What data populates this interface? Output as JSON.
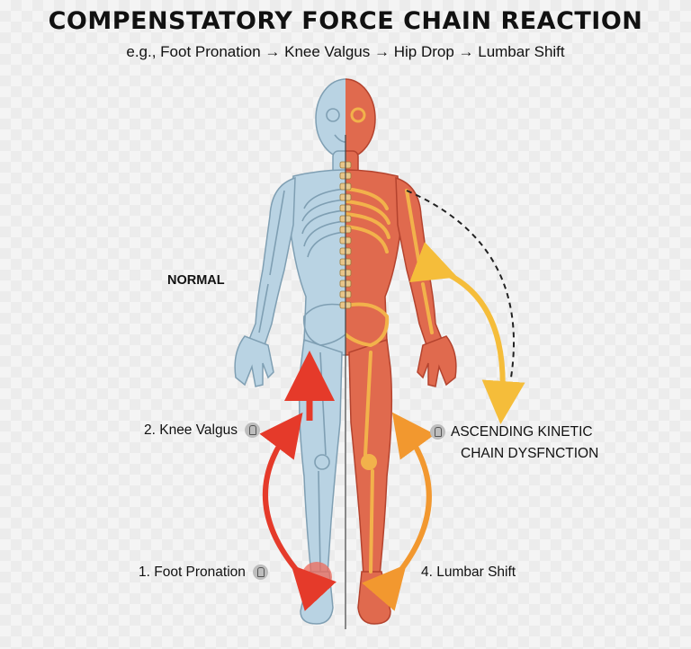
{
  "title": "COMPENSTATORY FORCE CHAIN REACTION",
  "subtitle": "e.g., Foot Pronation → Knee Valgus → Hip Drop → Lumbar Shift",
  "labels": {
    "normal": "NORMAL",
    "knee_valgus": "2. Knee Valgus",
    "foot_pronation": "1. Foot Pronation",
    "ascending_line1": "ASCENDING KINETIC",
    "ascending_line2": "CHAIN DYSFNCTION",
    "lumbar_shift": "4. Lumbar Shift"
  },
  "icons": [
    "joint-icon",
    "joint-icon",
    "joint-icon"
  ],
  "colors": {
    "normal_side": "#b9d3e3",
    "dysfunction_side": "#e06a4e",
    "bone_dysfunction": "#f2b24b",
    "red_arrow": "#e53a2a",
    "orange_arrow": "#f2982f",
    "yellow_arrow": "#f5bd3a"
  }
}
